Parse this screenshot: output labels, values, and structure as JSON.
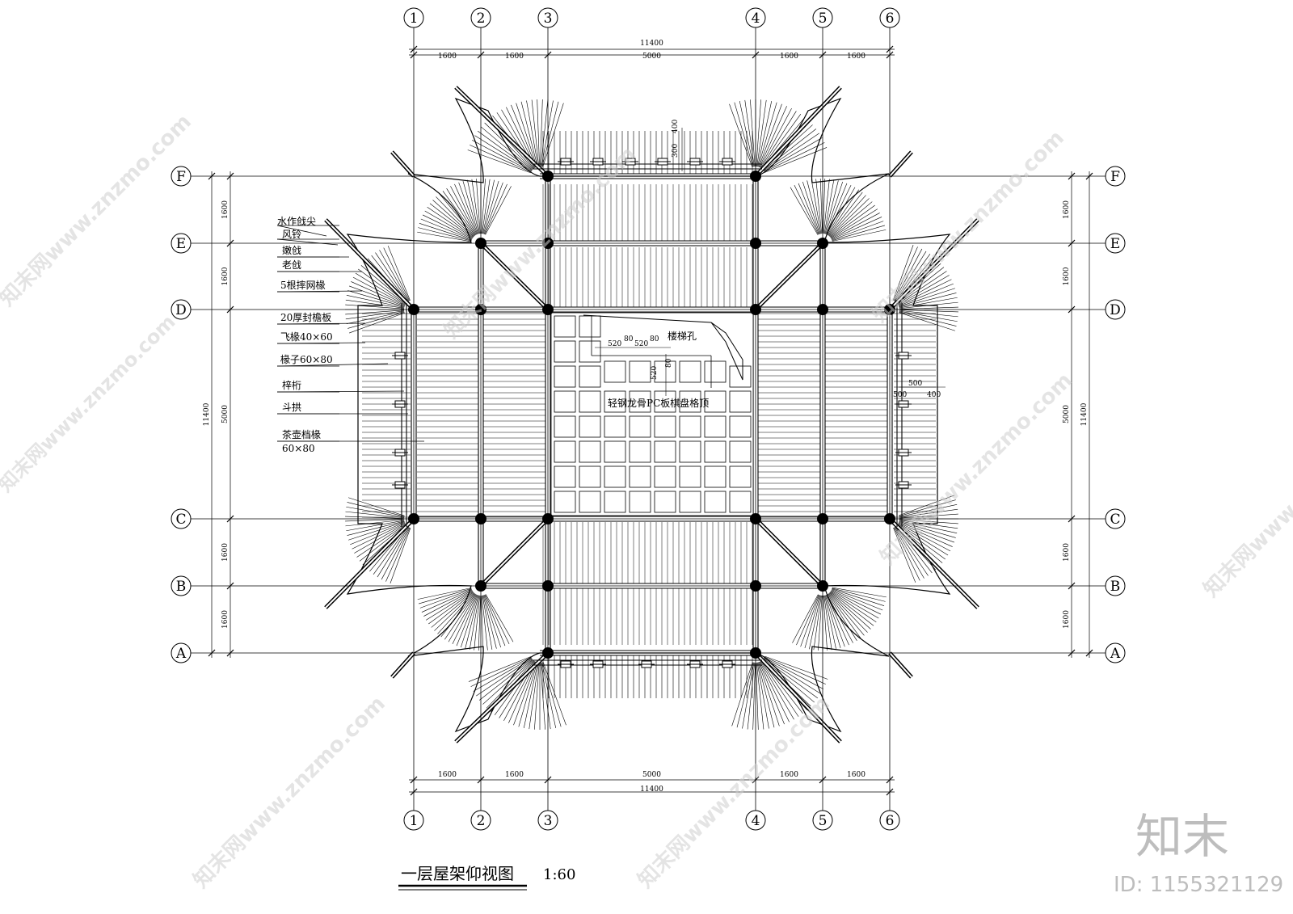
{
  "axes": {
    "columns": [
      "1",
      "2",
      "3",
      "4",
      "5",
      "6"
    ],
    "rows": [
      "F",
      "E",
      "D",
      "C",
      "B",
      "A"
    ]
  },
  "dimensions": {
    "horizontal_spans": [
      "1600",
      "1600",
      "5000",
      "1600",
      "1600"
    ],
    "horizontal_total": "11400",
    "vertical_spans": [
      "1600",
      "1600",
      "5000",
      "1600",
      "1600"
    ],
    "vertical_total": "11400",
    "top_small_a": "400",
    "top_small_b": "300",
    "right_small_a": "500",
    "right_small_b": "400",
    "right_small_c": "500"
  },
  "stair": {
    "label": "楼梯孔",
    "dims": [
      "520",
      "80",
      "520",
      "80"
    ],
    "vertical_dims": [
      "520",
      "80"
    ]
  },
  "ceiling_label": "轻钢龙骨PC板棋盘格顶",
  "callouts": [
    "水作戗尖",
    "风铃",
    "嫩戗",
    "老戗",
    "5根摔网椽",
    "20厚封檐板",
    "飞椽40×60",
    "椽子60×80",
    "梓桁",
    "斗拱",
    "茶壶档椽",
    "60×80"
  ],
  "title": "一层屋架仰视图",
  "scale": "1:60",
  "watermark": {
    "text": "知末网www.znzmo.com",
    "logo": "知末",
    "id": "ID: 1155321129"
  }
}
